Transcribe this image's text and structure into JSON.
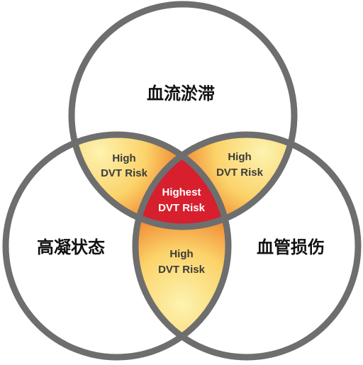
{
  "circles": {
    "top": {
      "label": "血流淤滞"
    },
    "left": {
      "label": "高凝状态"
    },
    "right": {
      "label": "血管损伤"
    }
  },
  "overlaps": {
    "top_left": {
      "line1": "High",
      "line2": "DVT Risk"
    },
    "top_right": {
      "line1": "High",
      "line2": "DVT Risk"
    },
    "bottom": {
      "line1": "High",
      "line2": "DVT Risk"
    },
    "center": {
      "line1": "Highest",
      "line2": "DVT Risk"
    }
  },
  "colors": {
    "ring": "#6e6e6e",
    "pair_overlap_outer": "#f08a2a",
    "pair_overlap_inner": "#fdf2a8",
    "triple_overlap": "#d71f2e"
  }
}
